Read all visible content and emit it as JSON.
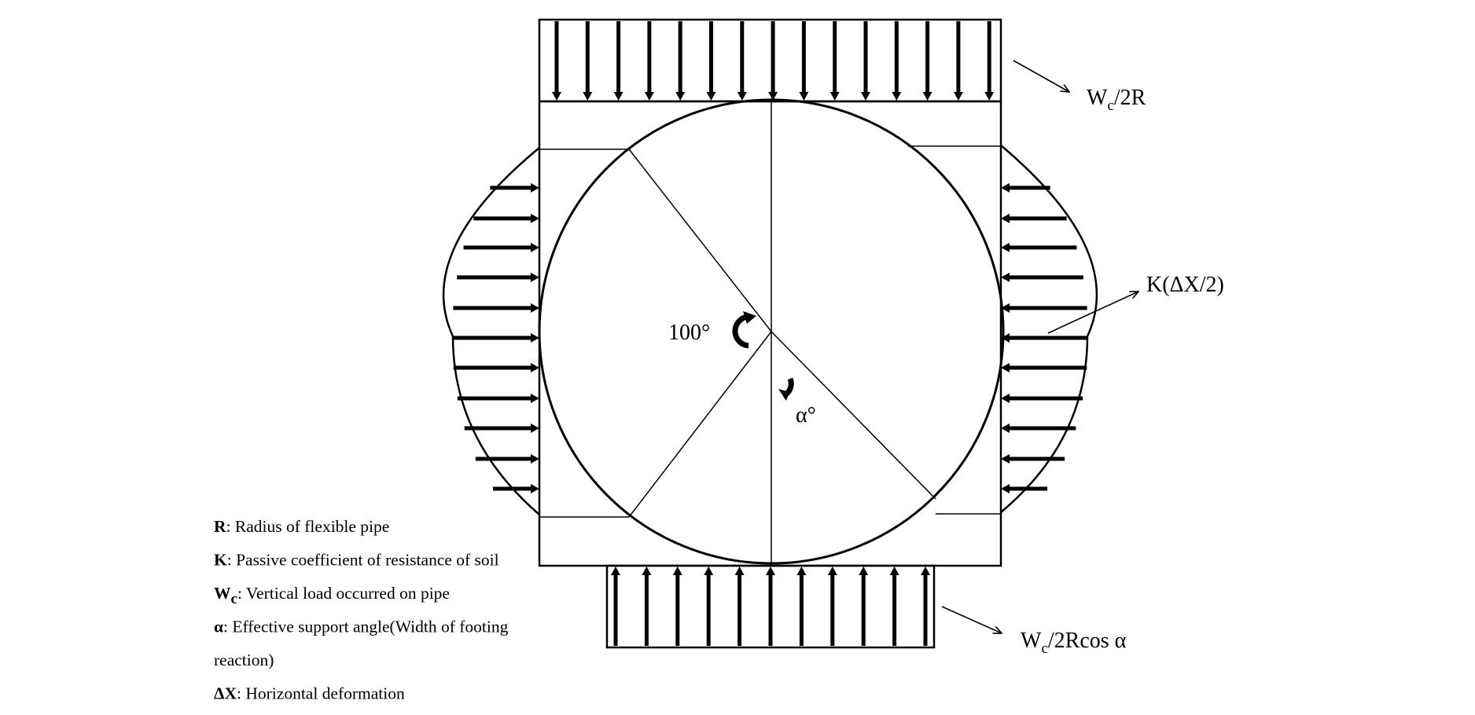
{
  "diagram": {
    "labels": {
      "top_load": {
        "main": "W",
        "sub": "c",
        "tail": "/2R"
      },
      "side_pressure": "K(ΔX/2)",
      "bottom_load": {
        "main": "W",
        "sub": "c",
        "tail": "/2Rcos α"
      },
      "angle_upper": "100°",
      "angle_lower": "α°"
    },
    "legend": [
      {
        "symbol": "R",
        "symbol_sub": "",
        "text": ": Radius of flexible pipe"
      },
      {
        "symbol": "K",
        "symbol_sub": "",
        "text": ": Passive coefficient of resistance of soil"
      },
      {
        "symbol": "W",
        "symbol_sub": "c",
        "text": ": Vertical load occurred on pipe"
      },
      {
        "symbol": "α",
        "symbol_sub": "",
        "text": ": Effective support angle(Width of footing"
      },
      {
        "symbol": "",
        "symbol_sub": "",
        "text": "reaction)"
      },
      {
        "symbol": "ΔX",
        "symbol_sub": "",
        "text": ": Horizontal deformation"
      }
    ]
  }
}
